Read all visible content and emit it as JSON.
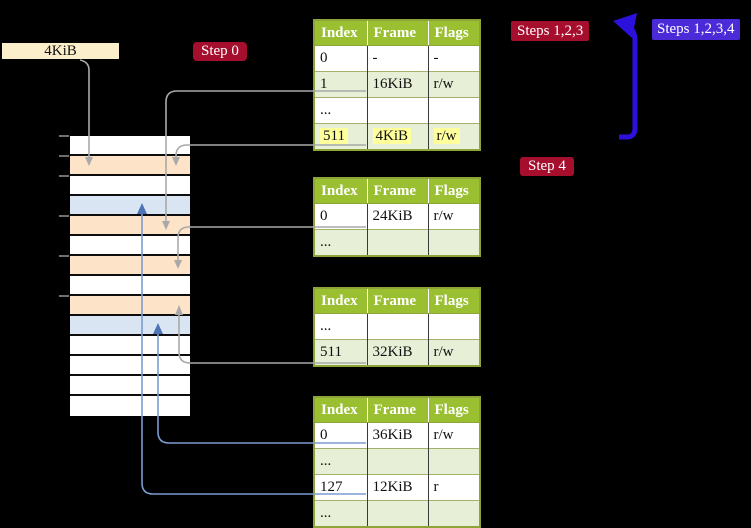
{
  "frame_label": {
    "text": "4KiB"
  },
  "badges": {
    "step0": {
      "text": "Step 0",
      "bg": "#a50e2d"
    },
    "steps123": {
      "text": "Steps 1,2,3",
      "bg": "#a50e2d"
    },
    "steps1234": {
      "text": "Steps 1,2,3,4",
      "bg": "#4b2bd8"
    },
    "step4": {
      "text": "Step 4",
      "bg": "#a50e2d"
    }
  },
  "colors": {
    "table_header_green": "#9ac032",
    "table_row_shade": "#e7efd6",
    "highlight_yellow": "#ffff9b",
    "stack_white": "#ffffff",
    "stack_orange": "#fde3c8",
    "stack_blue": "#d9e5f3",
    "gray_arrow": "#a9a9a9",
    "blue_connector_line": "#7b9cd0",
    "blue_connector_head": "#4e74b5",
    "big_arrow_blue": "#2c10dc",
    "badge_red": "#a50e2d",
    "badge_blue": "#4b2bd8"
  },
  "page_tables": [
    {
      "name": "page-table-level-4",
      "headers": [
        "Index",
        "Frame",
        "Flags"
      ],
      "rows": [
        {
          "cells": [
            "0",
            "-",
            "-"
          ],
          "shaded": false,
          "highlight": false
        },
        {
          "cells": [
            "1",
            "16KiB",
            "r/w"
          ],
          "shaded": true,
          "highlight": false
        },
        {
          "cells": [
            "...",
            "",
            ""
          ],
          "shaded": false,
          "highlight": false
        },
        {
          "cells": [
            "511",
            "4KiB",
            "r/w"
          ],
          "shaded": true,
          "highlight": true
        }
      ]
    },
    {
      "name": "page-table-level-3",
      "headers": [
        "Index",
        "Frame",
        "Flags"
      ],
      "rows": [
        {
          "cells": [
            "0",
            "24KiB",
            "r/w"
          ],
          "shaded": false,
          "highlight": false
        },
        {
          "cells": [
            "...",
            "",
            ""
          ],
          "shaded": true,
          "highlight": false
        }
      ]
    },
    {
      "name": "page-table-level-2",
      "headers": [
        "Index",
        "Frame",
        "Flags"
      ],
      "rows": [
        {
          "cells": [
            "...",
            "",
            ""
          ],
          "shaded": false,
          "highlight": false
        },
        {
          "cells": [
            "511",
            "32KiB",
            "r/w"
          ],
          "shaded": true,
          "highlight": false
        }
      ]
    },
    {
      "name": "page-table-level-1",
      "headers": [
        "Index",
        "Frame",
        "Flags"
      ],
      "rows": [
        {
          "cells": [
            "0",
            "36KiB",
            "r/w"
          ],
          "shaded": false,
          "highlight": false
        },
        {
          "cells": [
            "...",
            "",
            ""
          ],
          "shaded": true,
          "highlight": false
        },
        {
          "cells": [
            "127",
            "12KiB",
            "r"
          ],
          "shaded": false,
          "highlight": false
        },
        {
          "cells": [
            "...",
            "",
            ""
          ],
          "shaded": true,
          "highlight": false
        }
      ]
    }
  ],
  "memory_stack": {
    "rows": [
      "white",
      "orange",
      "white",
      "blue",
      "orange",
      "white",
      "orange",
      "white",
      "orange",
      "blue",
      "white",
      "white",
      "white",
      "white"
    ]
  }
}
